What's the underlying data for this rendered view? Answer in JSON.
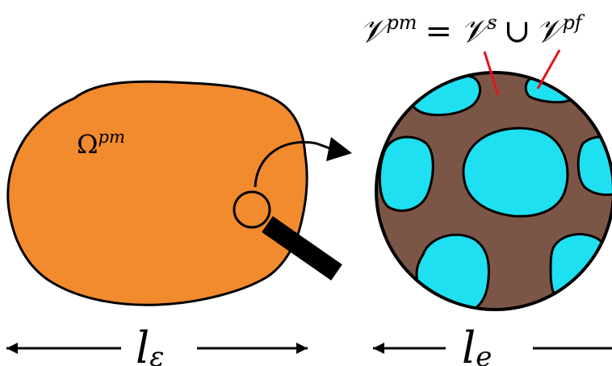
{
  "labels": {
    "domain_symbol": "Ω",
    "domain_superscript": "pm",
    "union_lhs_symbol": "𝒱",
    "union_lhs_superscript": "pm",
    "equals_sign": "=",
    "union_solid_symbol": "𝒱",
    "union_solid_superscript": "s",
    "union_operator": "∪",
    "union_fluid_symbol": "𝒱",
    "union_fluid_superscript": "pf",
    "macro_length_symbol": "l",
    "macro_length_subscript": "ε",
    "micro_length_symbol": "l",
    "micro_length_subscript": "e"
  },
  "icons": {
    "magnifier": "magnifying-glass-icon",
    "zoom_arrow": "curved-arrow-icon"
  },
  "colors": {
    "domain_fill": "#F28A2E",
    "solid_matrix": "#7B5647",
    "pore_fluid": "#1EE0F0",
    "leader_line": "#E0141E",
    "outline": "#000000"
  }
}
